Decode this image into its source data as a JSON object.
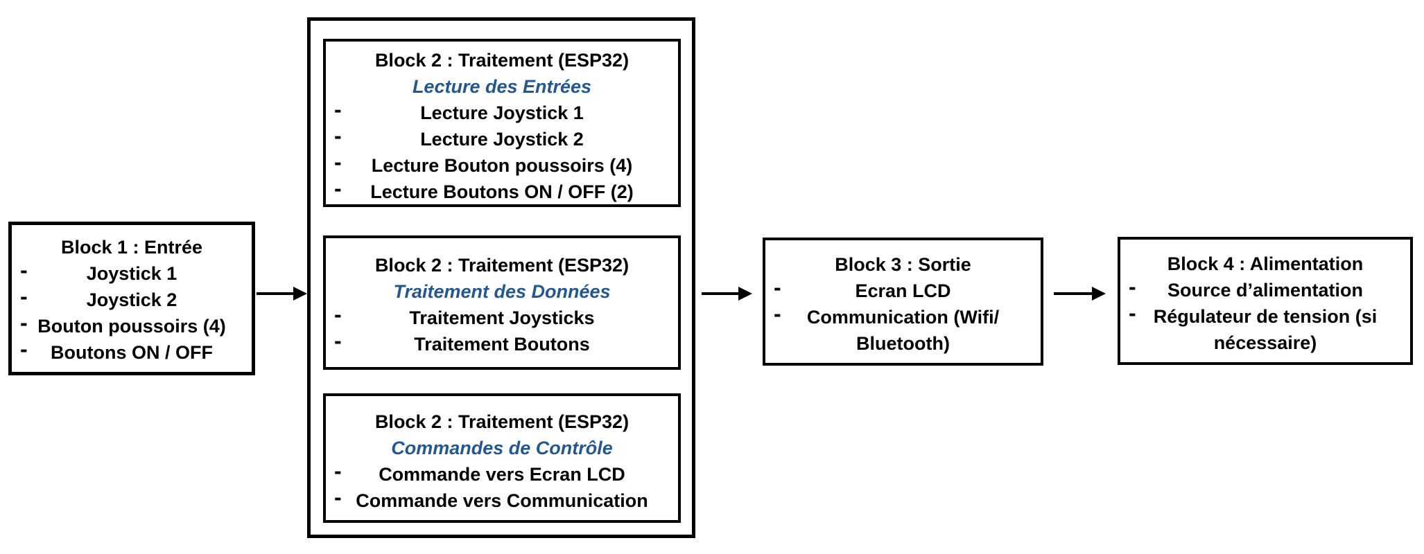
{
  "colors": {
    "background": "#ffffff",
    "border": "#000000",
    "text": "#000000",
    "subtitle_blue": "#24578D"
  },
  "bullet": "-",
  "blocks": {
    "block1": {
      "title": "Block 1 : Entrée",
      "items": [
        "Joystick 1",
        "Joystick 2",
        "Bouton poussoirs (4)",
        "Boutons ON / OFF"
      ]
    },
    "block2_sub1": {
      "title": "Block 2 : Traitement (ESP32)",
      "subtitle": "Lecture des Entrées",
      "items": [
        "Lecture Joystick 1",
        "Lecture Joystick 2",
        "Lecture Bouton poussoirs (4)",
        "Lecture Boutons ON / OFF (2)"
      ]
    },
    "block2_sub2": {
      "title": "Block 2 : Traitement (ESP32)",
      "subtitle": "Traitement des Données",
      "items": [
        "Traitement Joysticks",
        "Traitement Boutons"
      ]
    },
    "block2_sub3": {
      "title": "Block 2 : Traitement (ESP32)",
      "subtitle": "Commandes de Contrôle",
      "items": [
        "Commande vers Ecran LCD",
        "Commande vers Communication"
      ]
    },
    "block3": {
      "title": "Block 3 : Sortie",
      "items": [
        "Ecran LCD",
        "Communication (Wifi/ Bluetooth)"
      ]
    },
    "block4": {
      "title": "Block 4 : Alimentation",
      "items": [
        "Source d’alimentation",
        "Régulateur de tension (si nécessaire)"
      ]
    }
  }
}
